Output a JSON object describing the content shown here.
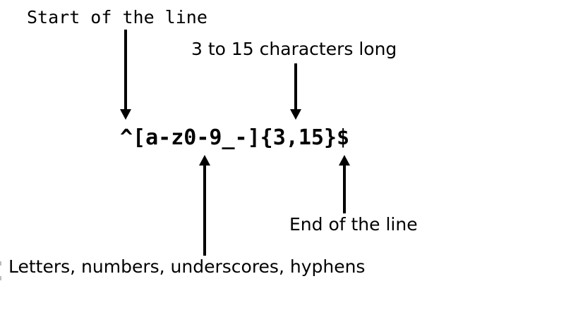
{
  "diagram": {
    "regex": "^[a-z0-9_-]{3,15}$",
    "annotations": {
      "start": "Start of the line",
      "length": "3 to 15 characters long",
      "end": "End of the line",
      "charclass": "Letters, numbers, underscores, hyphens"
    },
    "colors": {
      "ink": "#000000",
      "background": "#ffffff"
    }
  }
}
